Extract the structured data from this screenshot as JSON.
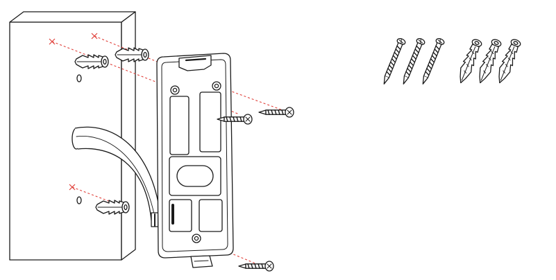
{
  "figure": {
    "colors": {
      "line": "#1a1a1a",
      "guide": "#e0403a",
      "fill": "#ffffff",
      "shade": "#555555"
    },
    "icons": [
      "wall",
      "cable",
      "mounting-plate",
      "wall-anchor",
      "screw",
      "drill-mark-x"
    ],
    "parts_kit": {
      "screw_count": 3,
      "anchor_count": 3
    },
    "installed": {
      "anchors_in_wall": 3,
      "screws_shown": 3
    }
  }
}
